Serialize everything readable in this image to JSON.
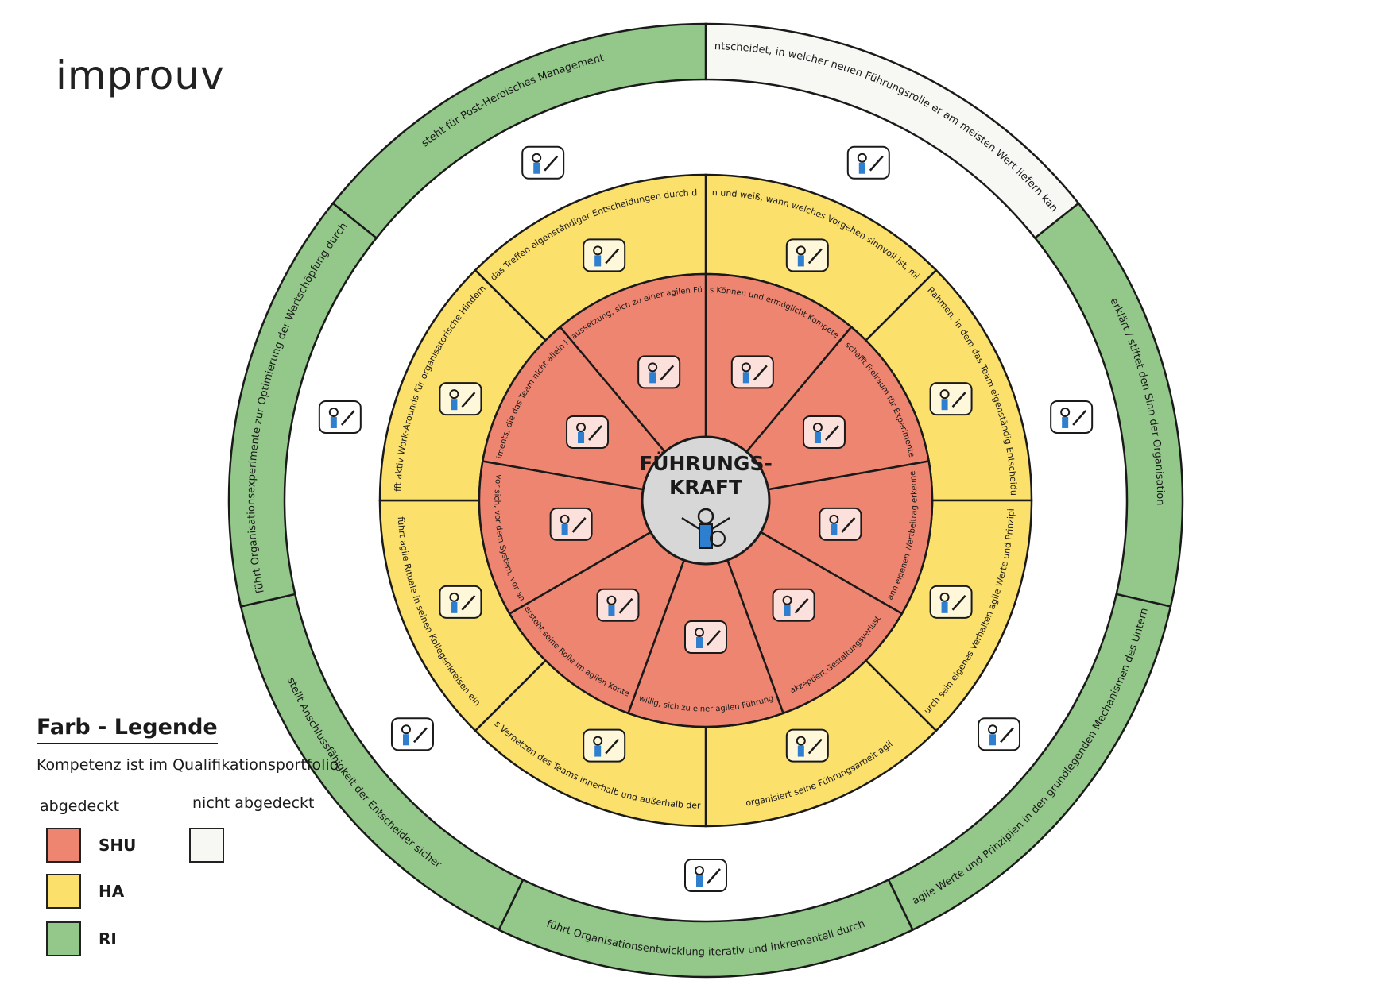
{
  "brand": "improuv",
  "center": {
    "line1": "FÜHRUNGS-",
    "line2": "KRAFT"
  },
  "colors": {
    "shu": "#ee8570",
    "ha": "#fbe06c",
    "ri": "#93c88a",
    "not_covered": "#f7f7f4",
    "center": "#d6d7d6",
    "accent": "#2f7fd0",
    "line": "#1a1a1a"
  },
  "rings": {
    "outer": [
      {
        "label": "entscheidet, in welcher neuen Führungsrolle er am meisten Wert liefern kann",
        "level": "not_covered",
        "icon": "ladder-thought-icon"
      },
      {
        "label": "erklärt / stiftet den Sinn der Organisation",
        "level": "ri",
        "icon": "building-lightbulb-icon"
      },
      {
        "label": "versteht agile Werte und Prinzipien in den grundlegenden Mechanismen des Unternehmens",
        "level": "ri",
        "icon": "compass-building-icon"
      },
      {
        "label": "führt Organisationsentwicklung iterativ und inkrementell durch",
        "level": "ri",
        "icon": "iteration-loop-icon"
      },
      {
        "label": "stellt Anschlussfähigkeit der Entscheider sicher",
        "level": "ri",
        "icon": "decision-makers-icon"
      },
      {
        "label": "führt Organisationsexperimente zur Optimierung der Wertschöpfung durch",
        "level": "ri",
        "icon": "experiment-icon"
      },
      {
        "label": "steht für Post-Heroisches Management",
        "level": "ri",
        "icon": "team-support-icon"
      }
    ],
    "middle": [
      {
        "label": "kennt verschiedene Delegationslevel, wendet sie an und weiß, wann welches Vorgehen sinnvoll ist, mit der Prämisse, möglichst viele Freiräume zu geben",
        "level": "ha",
        "icon": "delegation-crown-icon"
      },
      {
        "label": "gibt einen Rahmen, in dem das Team eigenständig Entscheidungen trifft",
        "level": "ha",
        "icon": "frame-icon"
      },
      {
        "label": "lebt durch sein eigenes Verhalten agile Werte und Prinzipien vor",
        "level": "ha",
        "icon": "compass-flag-icon"
      },
      {
        "label": "organisiert seine Führungsarbeit agil",
        "level": "ha",
        "icon": "kanban-board-icon"
      },
      {
        "label": "unterstützt das Vernetzen des Teams innerhalb und außerhalb der Organisation",
        "level": "ha",
        "icon": "network-icon"
      },
      {
        "label": "führt agile Rituale in seinen Kollegenkreisen ein",
        "level": "ha",
        "icon": "rituals-icon"
      },
      {
        "label": "schafft aktiv Work-Arounds für organisatorische Hindernisse",
        "level": "ha",
        "icon": "workaround-icon"
      },
      {
        "label": "fördert das Treffen eigenständiger Entscheidungen durch das Team",
        "level": "ha",
        "icon": "team-decision-icon"
      }
    ],
    "inner": [
      {
        "label": "mehrt das Können und ermöglicht Kompetenzaufbau",
        "level": "shu",
        "icon": "puzzle-icon"
      },
      {
        "label": "schafft Freiraum für Experimente",
        "level": "shu",
        "icon": "free-space-icon"
      },
      {
        "label": "kann eigenen Wertbeitrag erkennen",
        "level": "shu",
        "icon": "value-board-icon"
      },
      {
        "label": "akzeptiert Gestaltungsverlust",
        "level": "shu",
        "icon": "letting-go-icon"
      },
      {
        "label": "entscheidet sich freiwillig, sich zu einer agilen Führungskraft zu entwickeln",
        "level": "shu",
        "icon": "crossroads-icon"
      },
      {
        "label": "versteht seine Rolle im agilen Kontext",
        "level": "shu",
        "icon": "role-loops-icon"
      },
      {
        "label": "schützt das Team vor sich, vor dem System, vor anderen Einflüssen",
        "level": "shu",
        "icon": "shield-icon"
      },
      {
        "label": "löst Impediments, die das Team nicht allein lösen kann",
        "level": "shu",
        "icon": "impediment-icon"
      },
      {
        "label": "praktiziert Agile Führung - die Voraussetzung, sich zu einer agilen Führungskraft entwickeln zu können",
        "level": "shu",
        "icon": "growth-arrow-icon"
      }
    ]
  },
  "legend": {
    "title": "Farb - Legende",
    "subtitle": "Kompetenz ist im Qualifikationsportfolio",
    "covered_label": "abgedeckt",
    "not_covered_label": "nicht abgedeckt",
    "items": [
      {
        "label": "SHU",
        "level": "shu"
      },
      {
        "label": "HA",
        "level": "ha"
      },
      {
        "label": "RI",
        "level": "ri"
      }
    ]
  }
}
